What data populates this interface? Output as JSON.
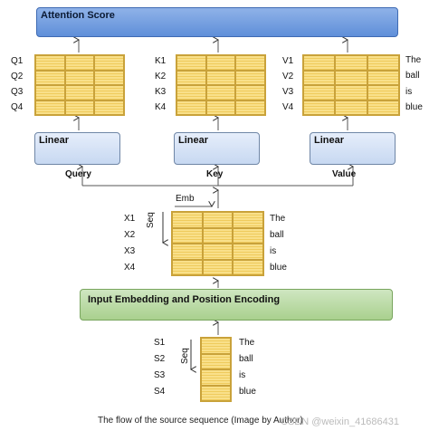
{
  "attention_score": "Attention Score",
  "linear": "Linear",
  "query": "Query",
  "key": "Key",
  "value": "Value",
  "q_labels": [
    "Q1",
    "Q2",
    "Q3",
    "Q4"
  ],
  "k_labels": [
    "K1",
    "K2",
    "K3",
    "K4"
  ],
  "v_labels": [
    "V1",
    "V2",
    "V3",
    "V4"
  ],
  "x_labels": [
    "X1",
    "X2",
    "X3",
    "X4"
  ],
  "s_labels": [
    "S1",
    "S2",
    "S3",
    "S4"
  ],
  "words": [
    "The",
    "ball",
    "is",
    "blue"
  ],
  "emb": "Emb",
  "seq": "Seq",
  "embedding_box": "Input Embedding and Position Encoding",
  "caption": "The flow of the source sequence (Image by Author)",
  "watermark": "CSDN @weixin_41686431"
}
